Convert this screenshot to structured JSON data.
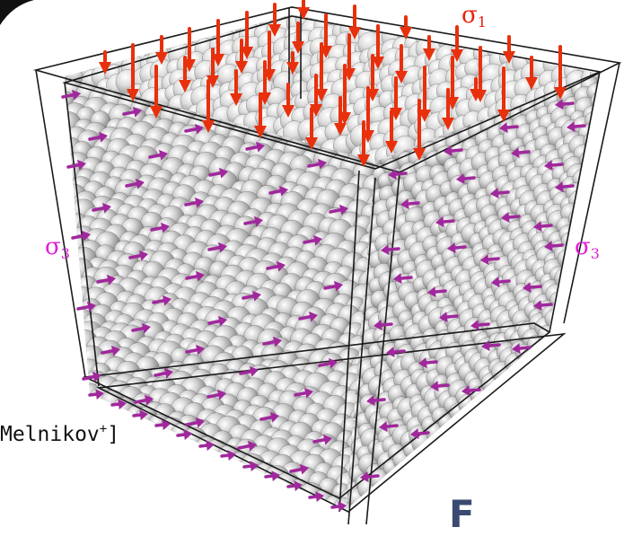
{
  "labels": {
    "sigma1": {
      "symbol": "σ",
      "sub": "1",
      "color": "#e8200c"
    },
    "sigma3_left": {
      "symbol": "σ",
      "sub": "3",
      "color": "#e020d8"
    },
    "sigma3_right": {
      "symbol": "σ",
      "sub": "3",
      "color": "#e020d8"
    }
  },
  "citation": {
    "text": "Melnikov",
    "sup": "+",
    "close": "]"
  },
  "logo": {
    "text": "F"
  },
  "colors": {
    "sphere_light": "#f2f2f2",
    "sphere_mid": "#b8b8b8",
    "sphere_dark": "#6e6e6e",
    "vertical_arrow": "#e8300c",
    "lateral_arrow": "#a0289c",
    "frame": "#1a1a1a"
  },
  "icons": [
    "vertical-load-arrow-icon",
    "lateral-load-arrow-icon"
  ]
}
